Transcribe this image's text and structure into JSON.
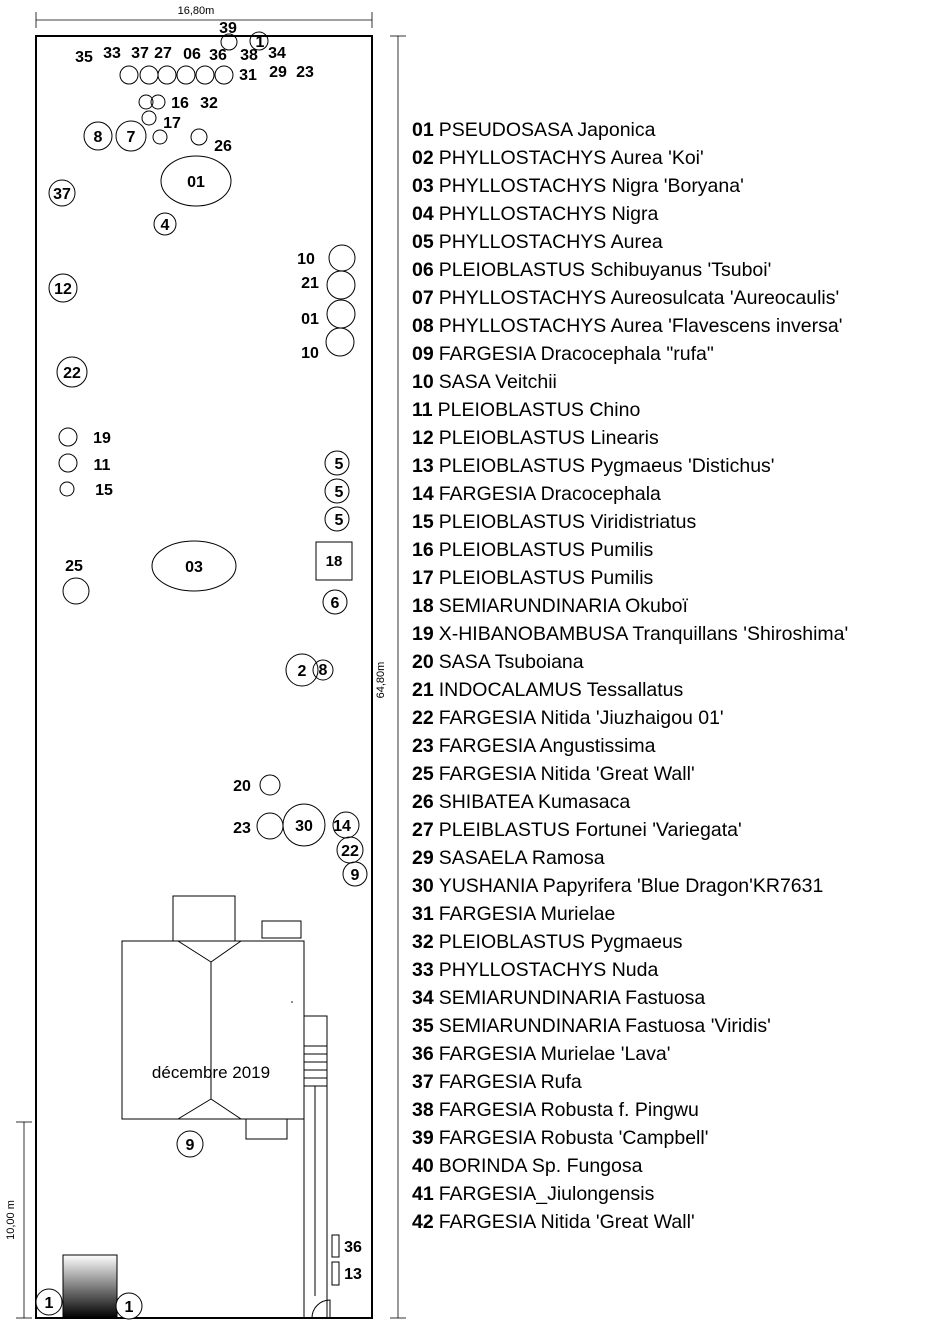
{
  "dimensions": {
    "width": "16,80m",
    "length": "64,80m",
    "bottom_zone": "10,00 m"
  },
  "date_label": "décembre 2019",
  "plan_labels": {
    "top_row": [
      "35",
      "33",
      "37",
      "27",
      "06",
      "36",
      "38",
      "34",
      "39",
      "1",
      "31",
      "29",
      "23"
    ],
    "inner_circles": [
      "01",
      "4",
      "37",
      "12",
      "22",
      "03",
      "25",
      "2",
      "8",
      "8",
      "7",
      "30",
      "14",
      "22",
      "9",
      "5",
      "5",
      "5",
      "6",
      "9",
      "1",
      "1",
      "18"
    ],
    "side_labels": [
      "16",
      "32",
      "17",
      "26",
      "10",
      "21",
      "01",
      "10",
      "19",
      "11",
      "15",
      "20",
      "23",
      "36",
      "13"
    ]
  },
  "legend": [
    {
      "num": "01",
      "text": "PSEUDOSASA Japonica"
    },
    {
      "num": "02",
      "text": "PHYLLOSTACHYS Aurea 'Koi'"
    },
    {
      "num": "03",
      "text": "PHYLLOSTACHYS Nigra 'Boryana'"
    },
    {
      "num": "04",
      "text": "PHYLLOSTACHYS Nigra"
    },
    {
      "num": "05",
      "text": "PHYLLOSTACHYS Aurea"
    },
    {
      "num": "06",
      "text": "PLEIOBLASTUS Schibuyanus 'Tsuboi'"
    },
    {
      "num": "07",
      "text": "PHYLLOSTACHYS Aureosulcata 'Aureocaulis'"
    },
    {
      "num": "08",
      "text": "PHYLLOSTACHYS Aurea 'Flavescens inversa'"
    },
    {
      "num": "09",
      "text": "FARGESIA  Dracocephala \"rufa\""
    },
    {
      "num": "10",
      "text": "SASA Veitchii"
    },
    {
      "num": "11",
      "text": "PLEIOBLASTUS Chino"
    },
    {
      "num": "12",
      "text": "PLEIOBLASTUS Linearis"
    },
    {
      "num": "13",
      "text": "PLEIOBLASTUS Pygmaeus 'Distichus'"
    },
    {
      "num": "14",
      "text": "FARGESIA Dracocephala"
    },
    {
      "num": "15",
      "text": "PLEIOBLASTUS Viridistriatus"
    },
    {
      "num": "16",
      "text": "PLEIOBLASTUS Pumilis"
    },
    {
      "num": "17",
      "text": "PLEIOBLASTUS Pumilis"
    },
    {
      "num": "18",
      "text": "SEMIARUNDINARIA Okuboï"
    },
    {
      "num": "19",
      "text": "X-HIBANOBAMBUSA Tranquillans 'Shiroshima'"
    },
    {
      "num": "20",
      "text": "SASA Tsuboiana"
    },
    {
      "num": "21",
      "text": "INDOCALAMUS Tessallatus"
    },
    {
      "num": "22",
      "text": "FARGESIA Nitida 'Jiuzhaigou 01'"
    },
    {
      "num": "23",
      "text": "FARGESIA Angustissima"
    },
    {
      "num": "25",
      "text": "FARGESIA Nitida 'Great Wall'"
    },
    {
      "num": "26",
      "text": "SHIBATEA Kumasaca"
    },
    {
      "num": "27",
      "text": "PLEIBLASTUS Fortunei 'Variegata'"
    },
    {
      "num": "29",
      "text": "SASAELA Ramosa"
    },
    {
      "num": "30",
      "text": "YUSHANIA Papyrifera 'Blue Dragon'KR7631"
    },
    {
      "num": "31",
      "text": "FARGESIA Murielae"
    },
    {
      "num": "32",
      "text": "PLEIOBLASTUS Pygmaeus"
    },
    {
      "num": "33",
      "text": "PHYLLOSTACHYS Nuda"
    },
    {
      "num": "34",
      "text": "SEMIARUNDINARIA Fastuosa"
    },
    {
      "num": "35",
      "text": "SEMIARUNDINARIA Fastuosa 'Viridis'"
    },
    {
      "num": "36",
      "text": "FARGESIA Murielae 'Lava'"
    },
    {
      "num": "37",
      "text": "FARGESIA Rufa"
    },
    {
      "num": "38",
      "text": "FARGESIA Robusta f. Pingwu"
    },
    {
      "num": "39",
      "text": "FARGESIA Robusta 'Campbell'"
    },
    {
      "num": "40",
      "text": "BORINDA Sp. Fungosa"
    },
    {
      "num": "41",
      "text": "FARGESIA_Jiulongensis"
    },
    {
      "num": "42",
      "text": "FARGESIA Nitida 'Great Wall'"
    }
  ]
}
